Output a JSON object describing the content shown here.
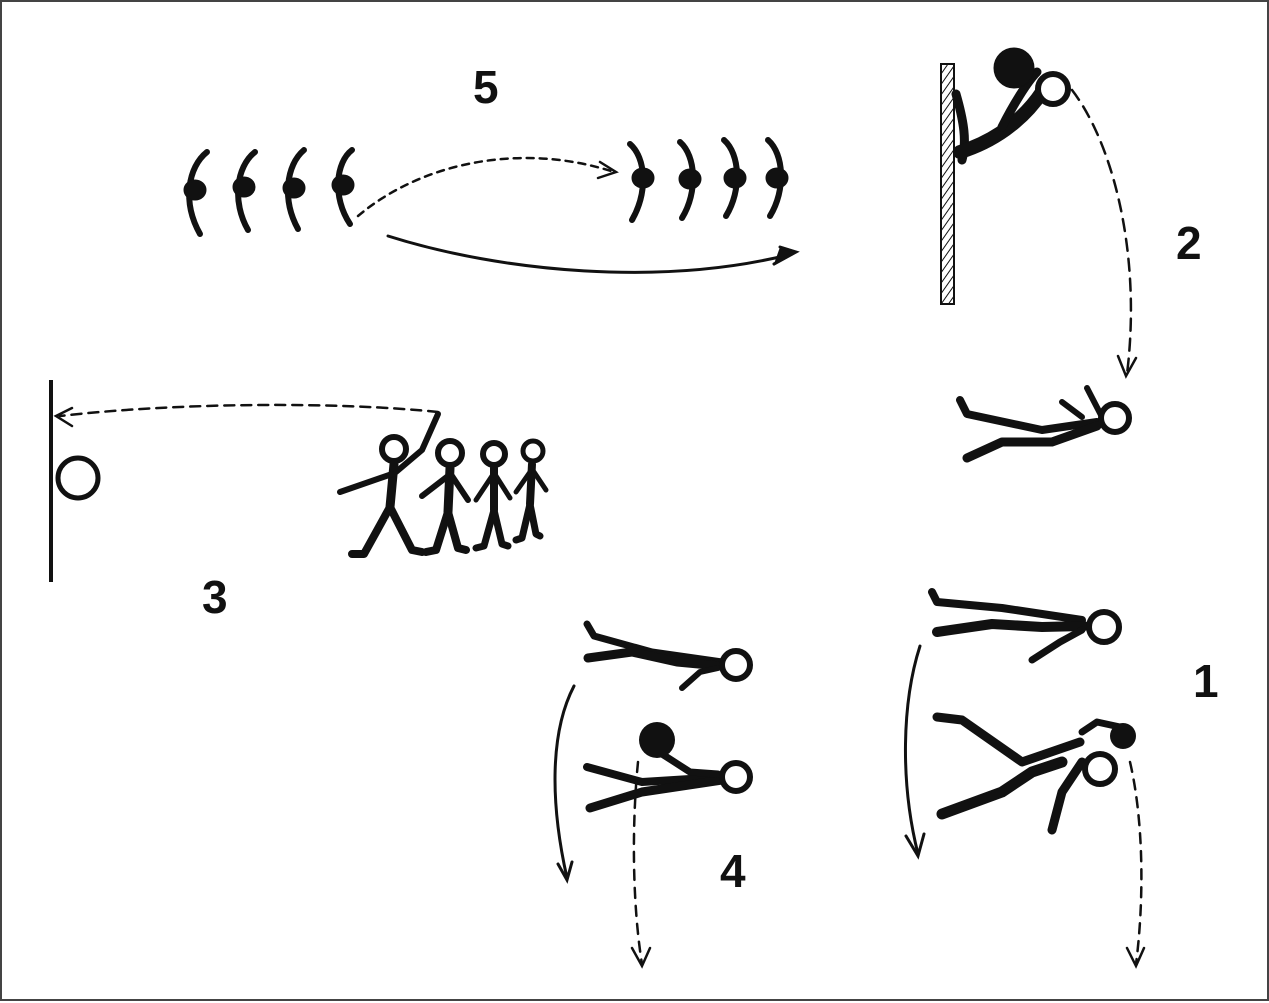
{
  "labels": {
    "one": "1",
    "two": "2",
    "three": "3",
    "four": "4",
    "five": "5"
  },
  "colors": {
    "ink": "#111111",
    "paper": "#ffffff",
    "border": "#444444"
  }
}
